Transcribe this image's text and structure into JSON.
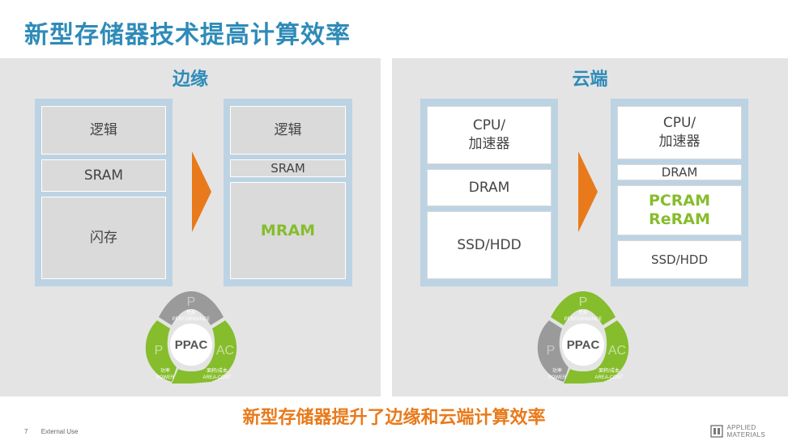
{
  "title": "新型存储器技术提高计算效率",
  "edge": {
    "heading": "边缘",
    "before": [
      "逻辑",
      "SRAM",
      "闪存"
    ],
    "after": [
      "逻辑",
      "SRAM",
      "MRAM"
    ]
  },
  "cloud": {
    "heading": "云端",
    "before": [
      "CPU/\n加速器",
      "DRAM",
      "SSD/HDD"
    ],
    "after": [
      "CPU/\n加速器",
      "DRAM",
      "PCRAM\nReRAM",
      "SSD/HDD"
    ]
  },
  "ppac": {
    "center": "PPAC",
    "p_letter": "P",
    "ac_letter": "AC",
    "performance_cn": "性能",
    "performance_en": "PERFORMANCE",
    "power_cn": "功率",
    "power_en": "POWER",
    "area_cost_cn": "面积/成本",
    "area_cost_en": "AREA-COST"
  },
  "subtitle": "新型存储器提升了边缘和云端计算效率",
  "footer": {
    "page_number": "7",
    "classification": "External Use",
    "logo_line1": "APPLIED",
    "logo_line2": "MATERIALS"
  },
  "colors": {
    "title": "#2e8bb8",
    "accent_orange": "#e97a1b",
    "green": "#86bd2c",
    "grey_segment": "#9a9a9a"
  }
}
